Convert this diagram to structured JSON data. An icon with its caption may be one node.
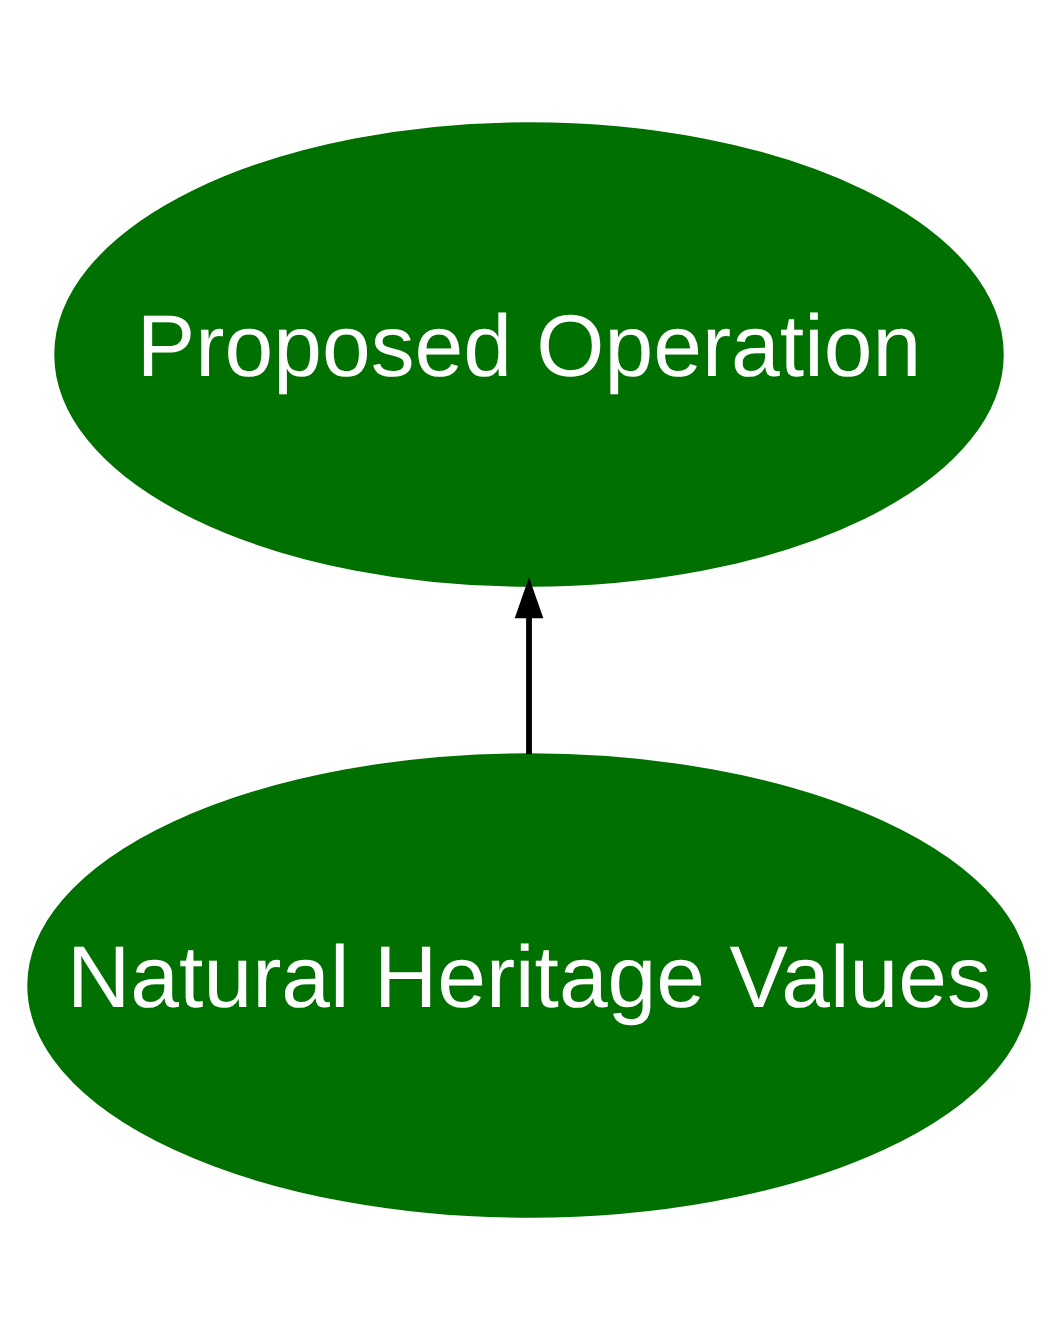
{
  "diagram": {
    "nodes": [
      {
        "text": [
          "Proposed Operation"
        ]
      },
      {
        "text": [
          "Natural Heritage Values"
        ]
      }
    ],
    "edges": [
      {
        "from": 1,
        "to": 0,
        "arrow": "to"
      }
    ]
  }
}
